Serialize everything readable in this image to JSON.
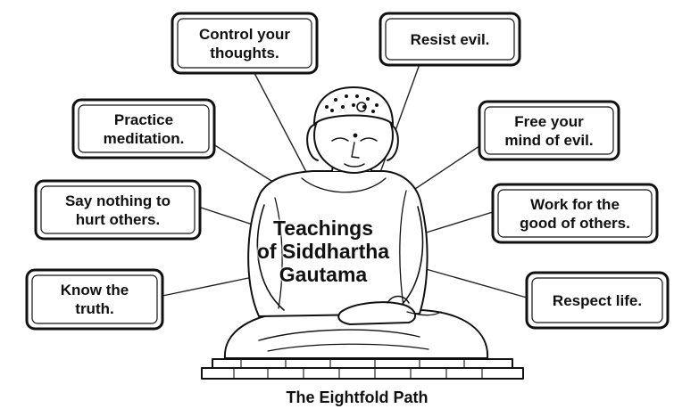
{
  "diagram": {
    "center_title": "Teachings\nof Siddhartha\nGautama",
    "caption": "The Eightfold Path",
    "teachings": [
      "Control your\nthoughts.",
      "Resist evil.",
      "Practice\nmeditation.",
      "Free your\nmind of evil.",
      "Say nothing to\nhurt others.",
      "Work for the\ngood of others.",
      "Know the\ntruth.",
      "Respect life."
    ],
    "center_image": "seated-buddha-statue"
  }
}
